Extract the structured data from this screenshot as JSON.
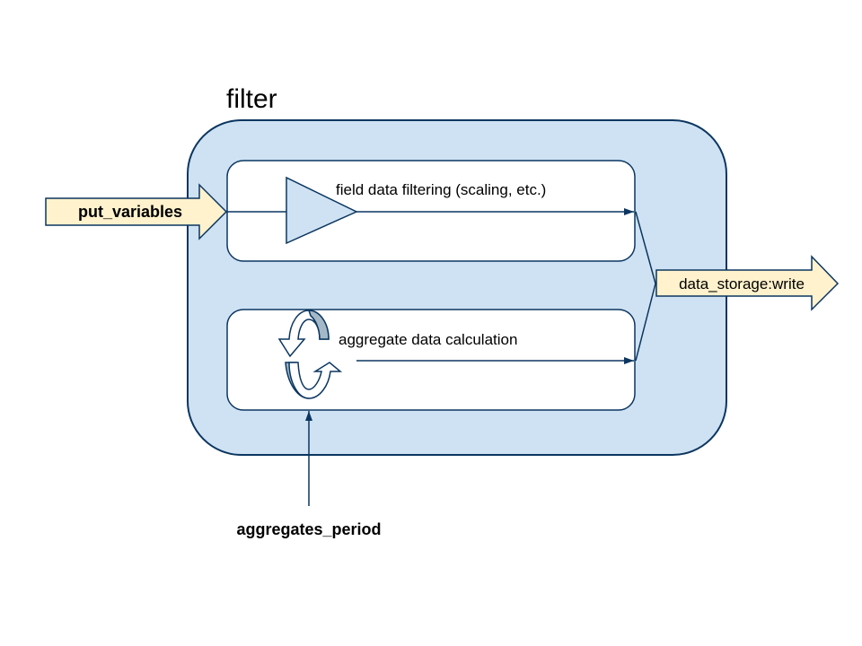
{
  "diagram": {
    "title": "filter",
    "input_label": "put_variables",
    "output_label": "data_storage:write",
    "top_process_label": "field data filtering (scaling, etc.)",
    "bottom_process_label": "aggregate data calculation",
    "bottom_input_label": "aggregates_period"
  },
  "colors": {
    "container_fill": "#cfe2f3",
    "stroke": "#0b3660",
    "io_fill": "#fff2cc",
    "cycle_arrow_fill": "#a4b8c8",
    "white": "#ffffff"
  }
}
